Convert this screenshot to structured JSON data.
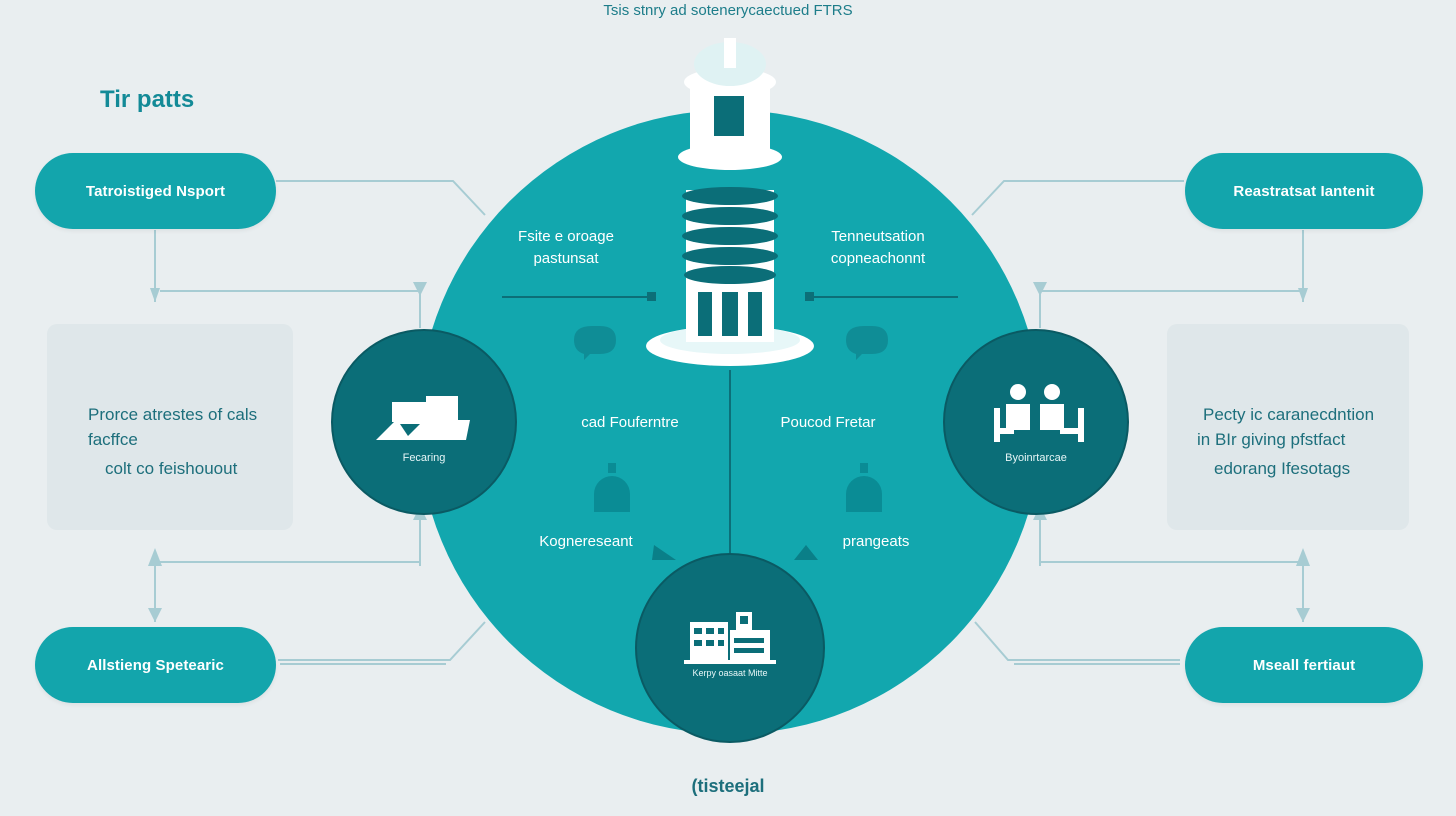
{
  "header": {
    "top_caption": "Tsis stnry ad sotenerycaectued FTRS",
    "title": "Tir patts",
    "footer": "(tisteejal"
  },
  "pills": {
    "top_left": "Tatroistiged Nsport",
    "top_right": "Reastratsat Iantenit",
    "bottom_left": "Allstieng Spetearic",
    "bottom_right": "Mseall fertiaut"
  },
  "left_panel": {
    "line1": "Prorce atrestes of cals",
    "line2": "facffce",
    "line3": "colt co feishouout"
  },
  "right_panel": {
    "line1": "Pecty ic caranecdntion",
    "line2": "in BIr giving pfstfact",
    "line3": "edorang Ifesotags"
  },
  "circle": {
    "upper_left_l1": "Fsite e oroage",
    "upper_left_l2": "pastunsat",
    "upper_right_l1": "Tenneutsation",
    "upper_right_l2": "copneachonnt",
    "mid_left": "cad Fouferntre",
    "mid_right": "Poucod Fretar",
    "low_left": "Kognereseant",
    "low_right": "prangeats"
  },
  "nodes": {
    "left_label": "Fecaring",
    "right_label": "Byoinrtarcae",
    "bottom_label": "Kerpy oasaat Mitte"
  },
  "colors": {
    "background": "#e9eef0",
    "main_circle": "#12a7ae",
    "node_dark": "#0b6e78",
    "accent": "#13a5ac",
    "connector": "#1c6a78"
  },
  "icons": [
    "lighthouse-tower-icon",
    "buildings-icon",
    "people-icon",
    "office-buildings-icon",
    "bell-icon",
    "chat-icon"
  ]
}
